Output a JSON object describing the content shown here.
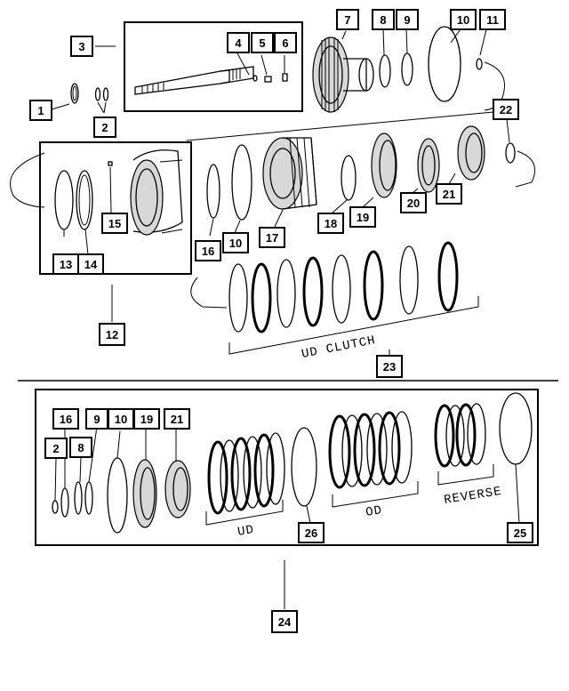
{
  "callouts": {
    "c1": "1",
    "c2": "2",
    "c3": "3",
    "c4": "4",
    "c5": "5",
    "c6": "6",
    "c7": "7",
    "c8": "8",
    "c9": "9",
    "c10a": "10",
    "c11": "11",
    "c22": "22",
    "c15": "15",
    "c13": "13",
    "c14": "14",
    "c16": "16",
    "c10b": "10",
    "c17": "17",
    "c18": "18",
    "c19": "19",
    "c20": "20",
    "c21": "21",
    "c12": "12",
    "c23": "23",
    "l2": "2",
    "l16": "16",
    "l8": "8",
    "l9": "9",
    "l10": "10",
    "l19": "19",
    "l21": "21",
    "l26": "26",
    "l25": "25",
    "l24": "24"
  },
  "labels": {
    "ud_clutch": "UD CLUTCH",
    "ud": "UD",
    "od": "OD",
    "reverse": "REVERSE"
  }
}
